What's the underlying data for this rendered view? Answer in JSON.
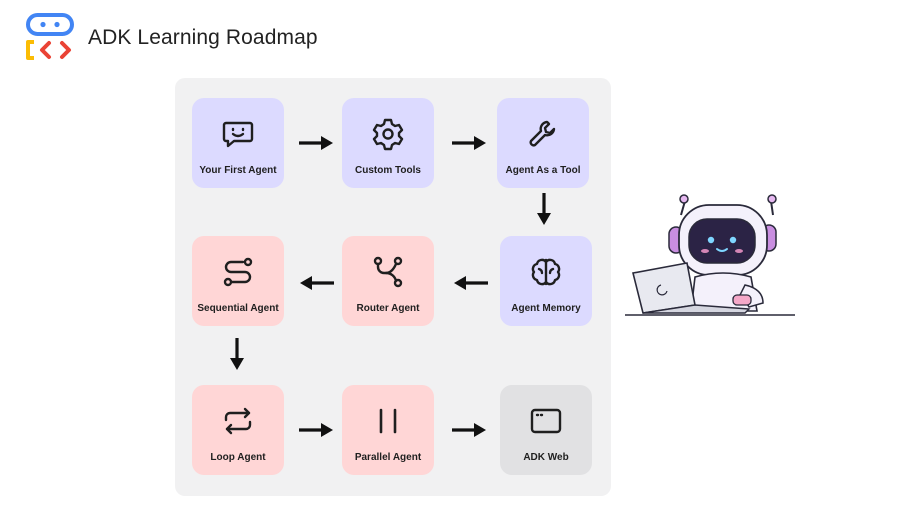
{
  "header": {
    "title": "ADK Learning Roadmap",
    "logo_icon": "code-brackets-logo-icon"
  },
  "nodes": [
    {
      "label": "Your First Agent",
      "icon": "chat-smile-icon",
      "color": "#dcdaff"
    },
    {
      "label": "Custom Tools",
      "icon": "gear-icon",
      "color": "#dcdaff"
    },
    {
      "label": "Agent As a Tool",
      "icon": "wrench-icon",
      "color": "#dcdaff"
    },
    {
      "label": "Agent Memory",
      "icon": "brain-icon",
      "color": "#dcdaff"
    },
    {
      "label": "Router Agent",
      "icon": "router-icon",
      "color": "#ffd6d6"
    },
    {
      "label": "Sequential Agent",
      "icon": "route-icon",
      "color": "#ffd6d6"
    },
    {
      "label": "Loop Agent",
      "icon": "loop-icon",
      "color": "#ffd6d6"
    },
    {
      "label": "Parallel Agent",
      "icon": "parallel-icon",
      "color": "#ffd6d6"
    },
    {
      "label": "ADK Web",
      "icon": "browser-window-icon",
      "color": "#e1e1e3"
    }
  ],
  "illustration": {
    "icon": "robot-laptop-illustration"
  }
}
